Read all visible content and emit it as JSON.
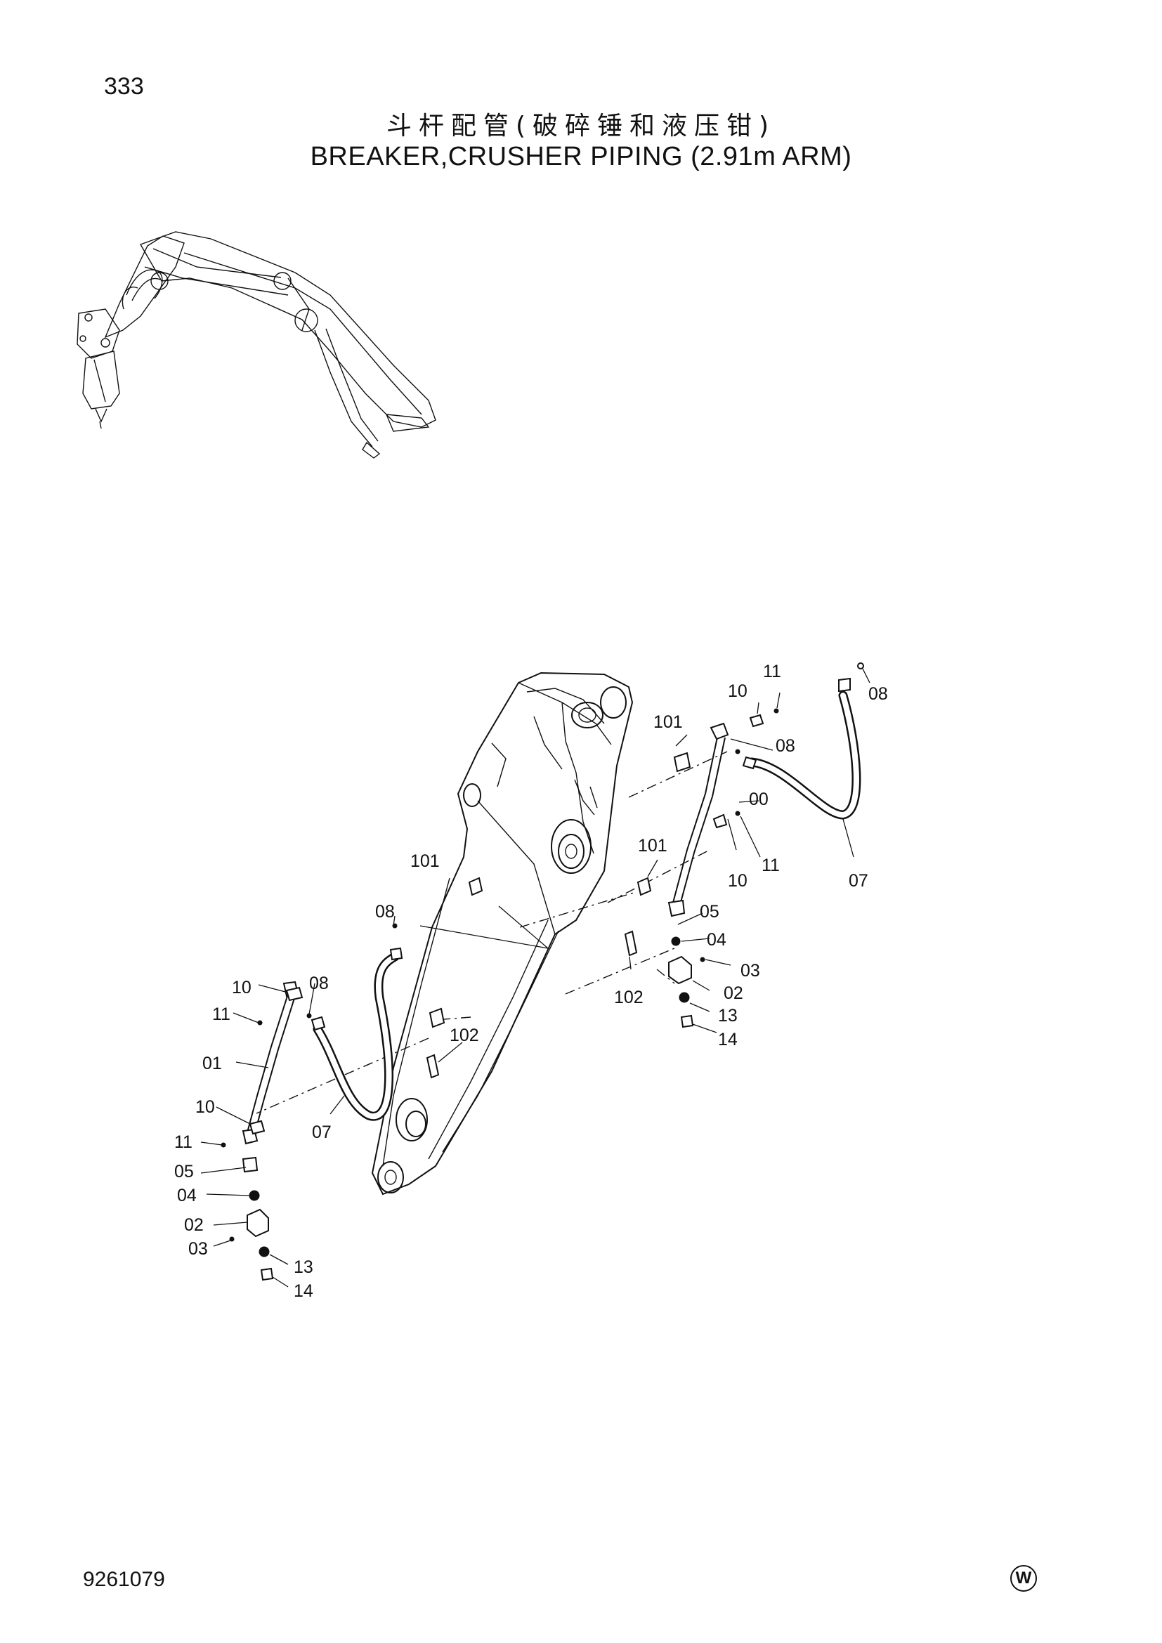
{
  "header": {
    "page_number": "333",
    "title_cn": "斗杆配管(破碎锤和液压钳)",
    "title_en": "BREAKER,CRUSHER PIPING  (2.91m ARM)"
  },
  "footer": {
    "doc_number": "9261079",
    "maker_mark": "W"
  },
  "callouts": {
    "c00": "00",
    "c101a": "101",
    "c10a": "10",
    "c11a": "11",
    "c08a": "08",
    "c08b": "08",
    "c07a": "07",
    "c101b": "101",
    "c10b": "10",
    "c11b": "11",
    "c05a": "05",
    "c04a": "04",
    "c03a": "03",
    "c02a": "02",
    "c13a": "13",
    "c14a": "14",
    "c102a": "102",
    "c101c": "101",
    "c08c": "08",
    "c10c": "10",
    "c08d": "08",
    "c11c": "11",
    "c01": "01",
    "c102b": "102",
    "c10d": "10",
    "c07b": "07",
    "c11d": "11",
    "c05b": "05",
    "c04b": "04",
    "c02b": "02",
    "c03b": "03",
    "c13b": "13",
    "c14b": "14"
  }
}
